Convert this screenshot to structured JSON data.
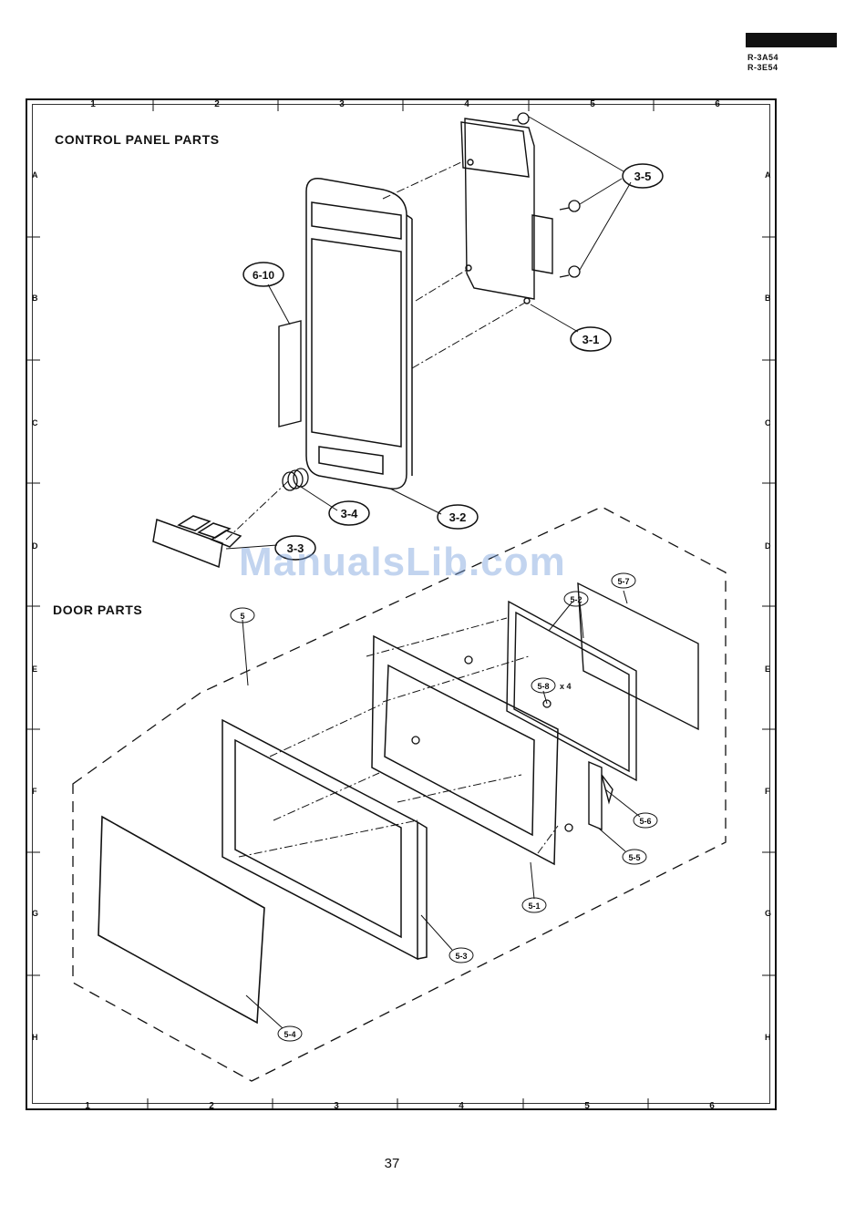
{
  "header": {
    "models": [
      "R-3A54",
      "R-3E54"
    ]
  },
  "grid": {
    "columns": [
      "1",
      "2",
      "3",
      "4",
      "5",
      "6"
    ],
    "rows": [
      "A",
      "B",
      "C",
      "D",
      "E",
      "F",
      "G",
      "H"
    ]
  },
  "sections": {
    "control_panel": "CONTROL PANEL PARTS",
    "door": "DOOR PARTS"
  },
  "callouts": {
    "c3_5": "3-5",
    "c6_10": "6-10",
    "c3_1": "3-1",
    "c3_4": "3-4",
    "c3_2": "3-2",
    "c3_3": "3-3",
    "c5": "5",
    "c5_7": "5-7",
    "c5_2": "5-2",
    "c5_8": "5-8",
    "c5_8_qty": "x 4",
    "c5_6": "5-6",
    "c5_5": "5-5",
    "c5_1": "5-1",
    "c5_3": "5-3",
    "c5_4": "5-4"
  },
  "footer": {
    "page_number": "37"
  },
  "watermark": "ManualsLib.com"
}
